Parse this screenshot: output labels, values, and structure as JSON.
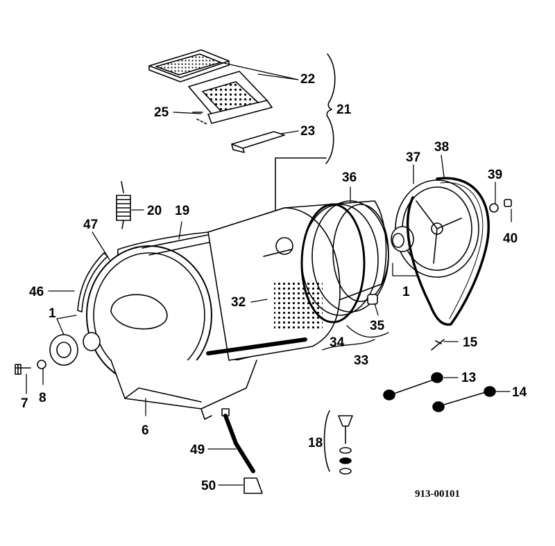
{
  "labels": {
    "l22": "22",
    "l21": "21",
    "l25": "25",
    "l23": "23",
    "l36": "36",
    "l37": "37",
    "l38": "38",
    "l39": "39",
    "l40": "40",
    "l20": "20",
    "l19": "19",
    "l47": "47",
    "l46": "46",
    "l1a": "1",
    "l1b": "1",
    "l32": "32",
    "l35": "35",
    "l34": "34",
    "l33": "33",
    "l15": "15",
    "l13": "13",
    "l14": "14",
    "l7": "7",
    "l8": "8",
    "l6": "6",
    "l49": "49",
    "l50": "50",
    "l18": "18"
  },
  "drawing_code": "913-00101"
}
